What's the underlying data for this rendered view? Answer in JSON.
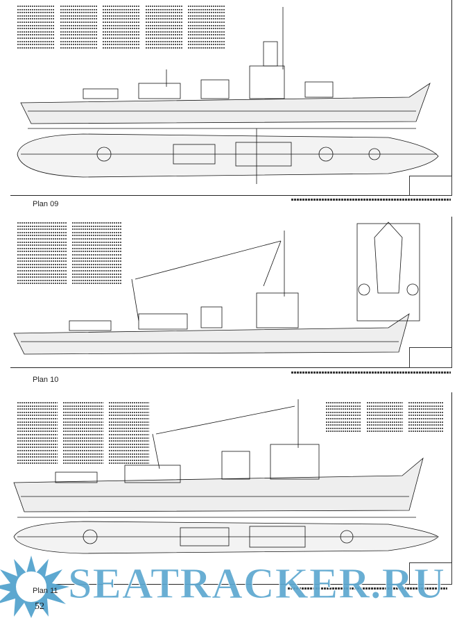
{
  "plans": [
    {
      "caption": "Plan 09"
    },
    {
      "caption": "Plan 10"
    },
    {
      "caption": "Plan 11"
    }
  ],
  "page_number": "52",
  "watermark": "SEATRACKER.RU",
  "colors": {
    "watermark": "#5da8d0",
    "ink": "#111111"
  }
}
